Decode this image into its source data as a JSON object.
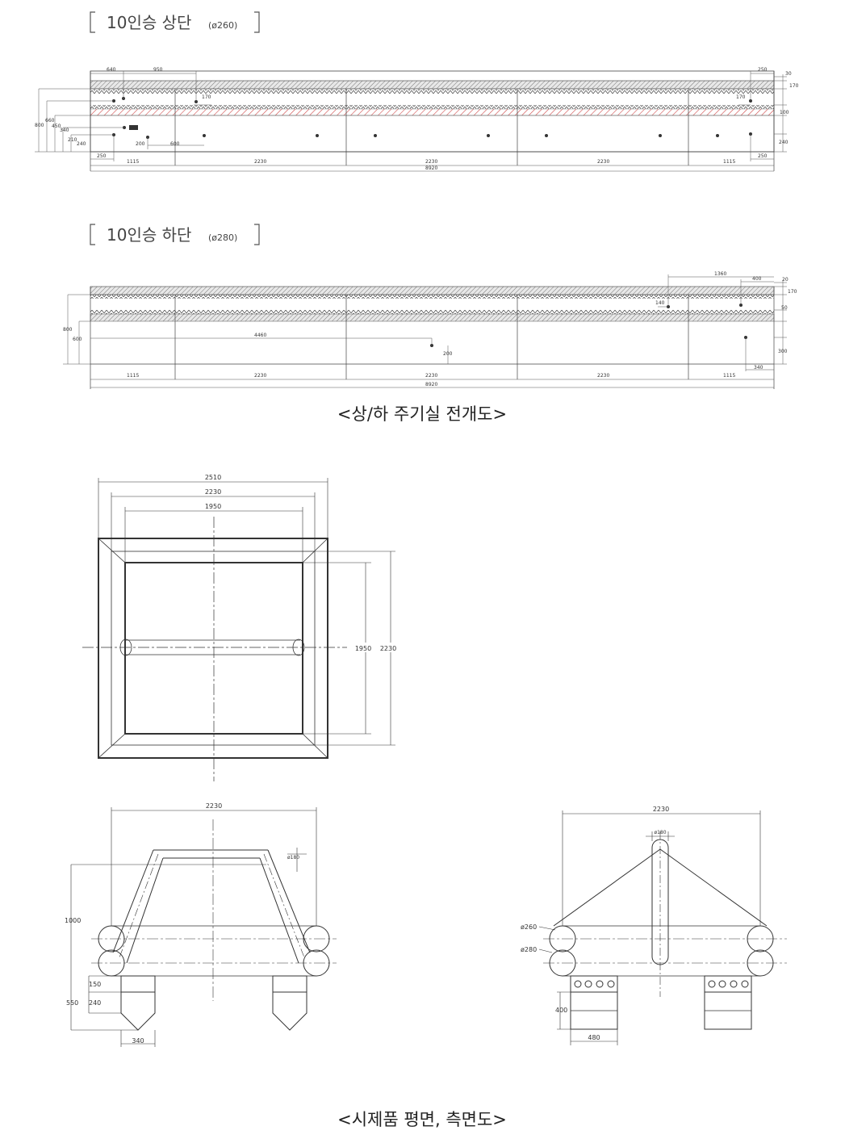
{
  "upper_section": {
    "title": "10인승 상단",
    "pipe_spec": "(ø260)",
    "dims": {
      "d640": "640",
      "d950": "950",
      "d250_top": "250",
      "d30": "30",
      "d170": "170",
      "d100": "100",
      "d170b": "170",
      "d170c": "170",
      "d800": "800",
      "d660": "660",
      "d450": "450",
      "d340": "340",
      "d210": "210",
      "d240": "240",
      "d200": "200",
      "d600": "600",
      "d250_bl": "250",
      "d250_br": "250",
      "d240_r": "240"
    },
    "segments": [
      "1115",
      "2230",
      "2230",
      "2230",
      "1115"
    ],
    "total": "8920"
  },
  "lower_section": {
    "title": "10인승 하단",
    "pipe_spec": "(ø280)",
    "dims": {
      "d1360": "1360",
      "d400": "400",
      "d20": "20",
      "d170": "170",
      "d140": "140",
      "d50": "50",
      "d800": "800",
      "d600": "600",
      "d4460": "4460",
      "d200": "200",
      "d300": "300",
      "d340": "340"
    },
    "segments": [
      "1115",
      "2230",
      "2230",
      "2230",
      "1115"
    ],
    "total": "8920"
  },
  "caption_layout": "<상/하 주기실  전개도>",
  "plan_view": {
    "w2510": "2510",
    "w2230": "2230",
    "w1950": "1950",
    "h1950": "1950",
    "h2230": "2230"
  },
  "front_view": {
    "w2230": "2230",
    "d180": "ø180",
    "h1000": "1000",
    "h150": "150",
    "h550": "550",
    "h240": "240",
    "w340": "340"
  },
  "side_view": {
    "w2230": "2230",
    "d180": "ø180",
    "d260": "ø260",
    "d280": "ø280",
    "h400": "400",
    "w480": "480"
  },
  "caption_views": "<시제품 평면, 측면도>"
}
